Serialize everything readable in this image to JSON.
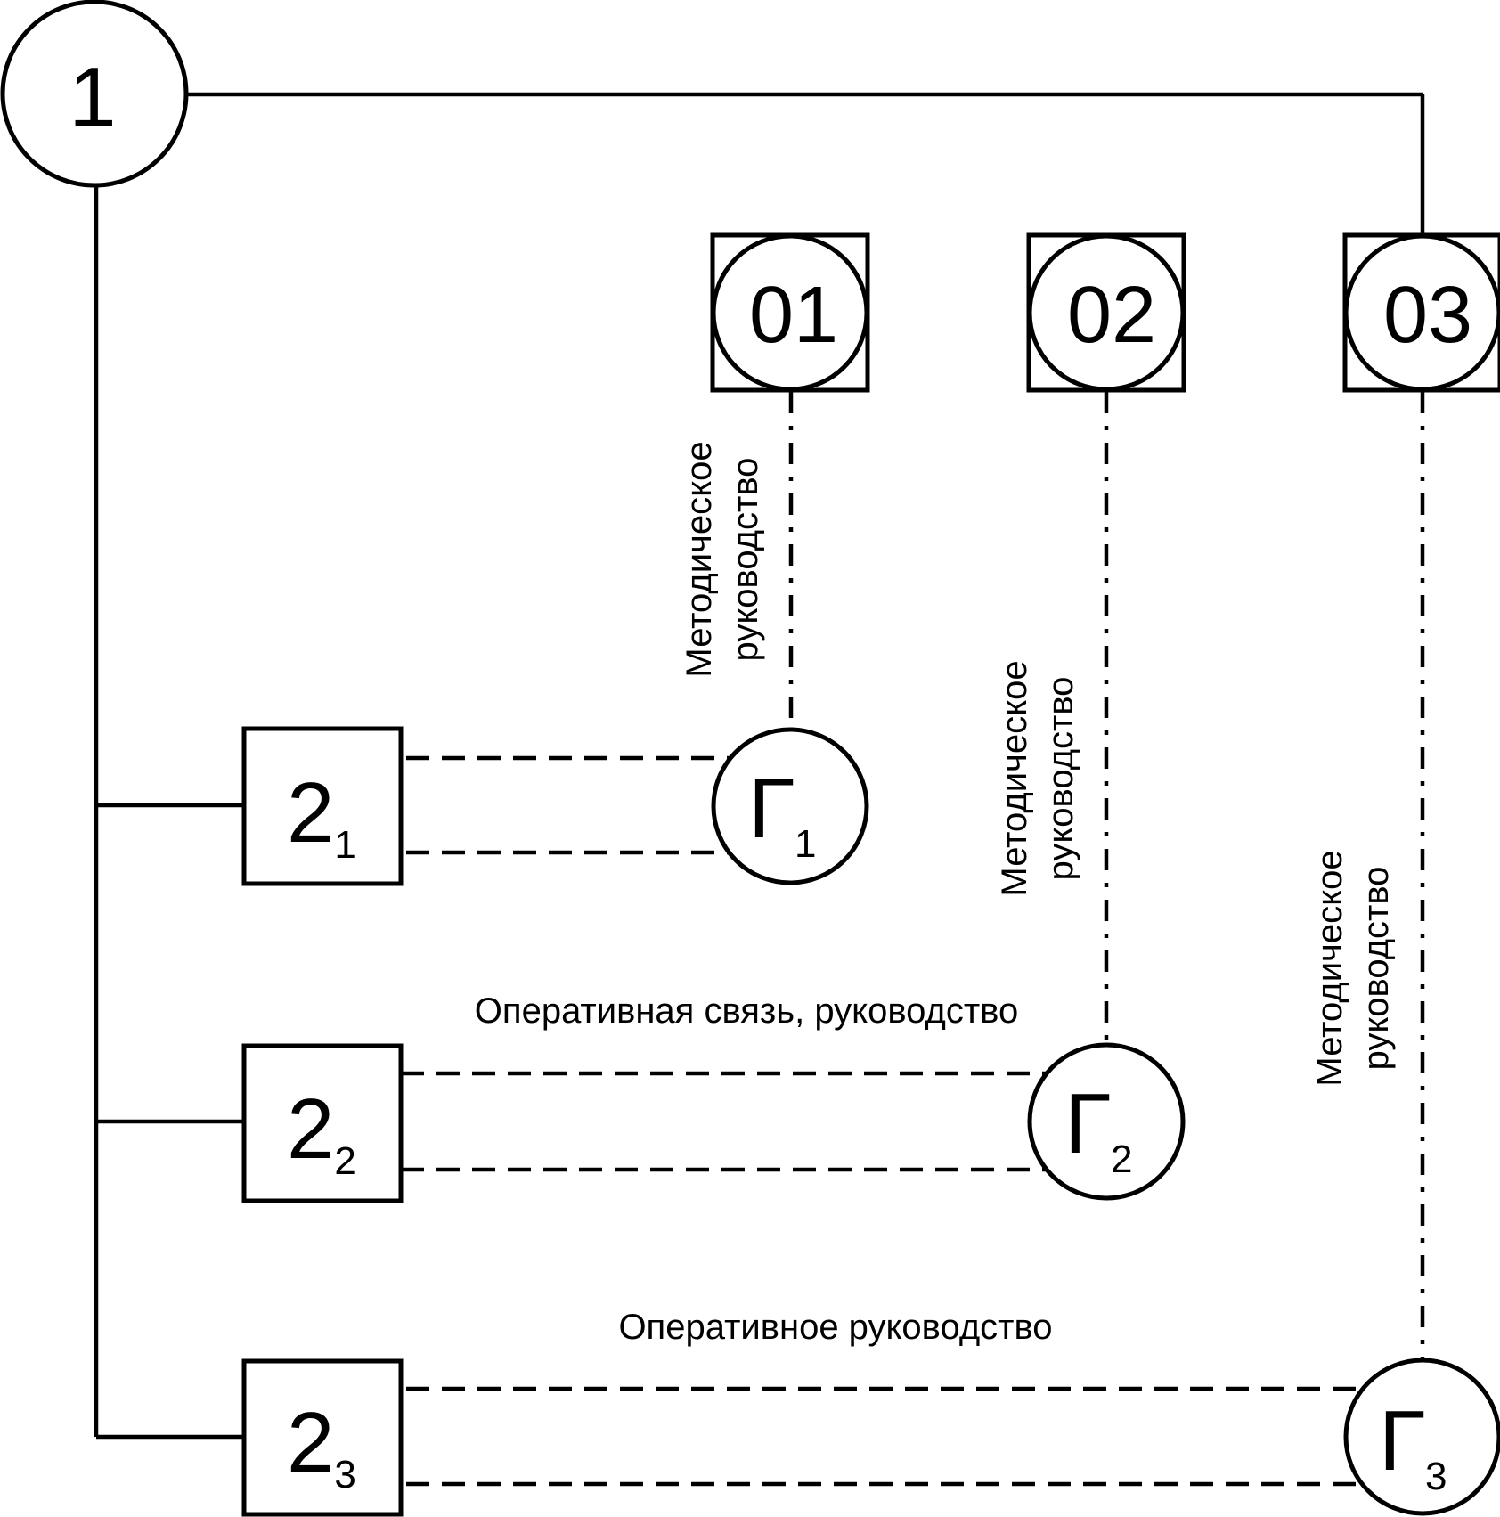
{
  "root": {
    "label": "1"
  },
  "centers": [
    {
      "label": "01"
    },
    {
      "label": "02"
    },
    {
      "label": "03"
    }
  ],
  "units": [
    {
      "base": "2",
      "sub": "1"
    },
    {
      "base": "2",
      "sub": "2"
    },
    {
      "base": "2",
      "sub": "3"
    }
  ],
  "groups": [
    {
      "base": "Г",
      "sub": "1"
    },
    {
      "base": "Г",
      "sub": "2"
    },
    {
      "base": "Г",
      "sub": "3"
    }
  ],
  "labels": {
    "method_line1": "Методическое",
    "method_line2": "руководство",
    "operative_link": "Оперативная связь, руководство",
    "operative_lead": "Оперативное руководство"
  }
}
